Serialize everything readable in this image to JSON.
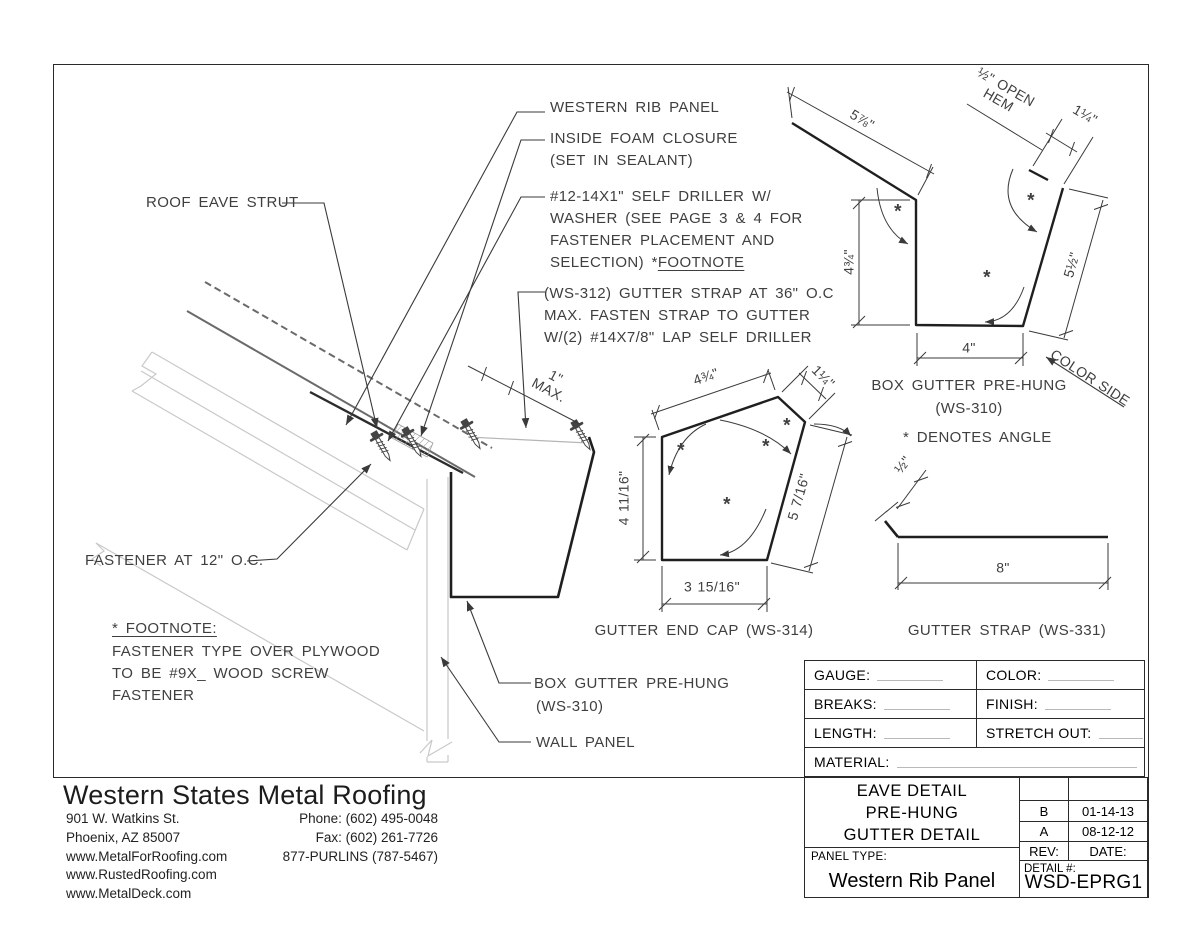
{
  "callouts": {
    "roof_eave_strut": "ROOF EAVE STRUT",
    "western_rib_panel": "WESTERN RIB PANEL",
    "inside_foam_closure": [
      "INSIDE FOAM CLOSURE",
      "(SET IN SEALANT)"
    ],
    "self_driller": [
      "#12-14X1\" SELF DRILLER W/",
      "WASHER (SEE PAGE 3 & 4 FOR",
      "FASTENER PLACEMENT AND",
      "SELECTION) *"
    ],
    "self_driller_footnote_ref": "FOOTNOTE",
    "gutter_strap_note": [
      "(WS-312) GUTTER STRAP AT 36\" O.C",
      "MAX. FASTEN STRAP TO GUTTER",
      "W/(2) #14X7/8\" LAP SELF DRILLER"
    ],
    "max_dim": [
      "1\"",
      "MAX."
    ],
    "fastener_oc": "FASTENER AT 12\" O.C.",
    "footnote": {
      "title": "* FOOTNOTE:",
      "lines": [
        "FASTENER TYPE OVER PLYWOOD",
        "TO BE #9X_ WOOD SCREW",
        "FASTENER"
      ]
    },
    "box_gutter": [
      "BOX GUTTER PRE-HUNG",
      "(WS-310)"
    ],
    "wall_panel": "WALL PANEL"
  },
  "details": {
    "box_gutter": {
      "title": [
        "BOX GUTTER PRE-HUNG",
        "(WS-310)"
      ],
      "denotes_angle": "* DENOTES ANGLE",
      "color_side": "COLOR SIDE",
      "dims": {
        "top": "5⅞\"",
        "open_hem": [
          "½\" OPEN",
          "HEM"
        ],
        "hem_len": "1¼\"",
        "left": "4¾\"",
        "right": "5½\"",
        "bottom": "4\""
      }
    },
    "end_cap": {
      "title": "GUTTER END CAP (WS-314)",
      "dims": {
        "top": "4¾\"",
        "top_right": "1¼\"",
        "left": "4 11/16\"",
        "right": "5 7/16\"",
        "bottom": "3 15/16\""
      }
    },
    "strap": {
      "title": "GUTTER STRAP (WS-331)",
      "dims": {
        "hook": "½\"",
        "length": "8\""
      }
    }
  },
  "sym": {
    "asterisk": "*"
  },
  "spec_table": {
    "rows": [
      [
        "GAUGE:",
        "COLOR:"
      ],
      [
        "BREAKS:",
        "FINISH:"
      ],
      [
        "LENGTH:",
        "STRETCH OUT:"
      ]
    ],
    "material": "MATERIAL:"
  },
  "title_block": {
    "title_lines": [
      "EAVE DETAIL",
      "PRE-HUNG",
      "GUTTER DETAIL"
    ],
    "panel_type_label": "PANEL TYPE:",
    "panel_type_value": "Western Rib Panel",
    "revisions": [
      [
        "B",
        "01-14-13"
      ],
      [
        "A",
        "08-12-12"
      ],
      [
        "REV:",
        "DATE:"
      ]
    ],
    "detail_label": "DETAIL #:",
    "detail_number": "WSD-EPRG1"
  },
  "company": {
    "name": "Western States Metal Roofing",
    "address": [
      "901 W. Watkins St.",
      "Phoenix, AZ 85007",
      "www.MetalForRoofing.com",
      "www.RustedRoofing.com",
      "www.MetalDeck.com"
    ],
    "contact": [
      "Phone: (602) 495-0048",
      "Fax: (602) 261-7726",
      "877-PURLINS (787-5467)"
    ]
  }
}
